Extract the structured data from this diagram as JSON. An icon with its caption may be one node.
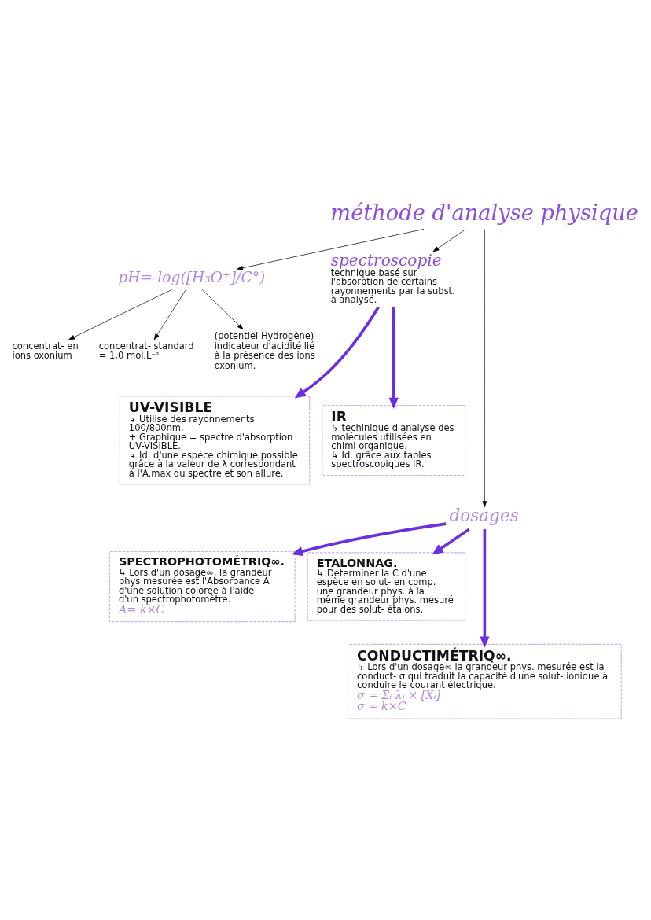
{
  "diagram": {
    "nodes": [
      {
        "text": [
          "méthode d'analyse physique"
        ]
      },
      {
        "text": [
          "pH=-log([H₃O⁺]/C°)"
        ]
      },
      {
        "text": [
          "concentrat- en ions oxonium"
        ]
      },
      {
        "text": [
          "concentrat- standard = 1,0 mol.L⁻¹"
        ]
      },
      {
        "text": [
          "(potentiel Hydrogène) indicateur d'acidité lié à la présence des ions oxonium."
        ]
      },
      {
        "text": [
          "spectroscopie",
          "technique basé sur l'absorption de certains rayonnements par la subst. à analysé."
        ]
      },
      {
        "text": [
          "UV-VISIBLE",
          "↳ Utilise des rayonnements 100/800nm.",
          "+ Graphique = spectre d'absorption UV-VISIBLE.",
          "↳ Id. d'une espèce chimique possible grâce à la valeur de λ correspondant à l'A.max du spectre et son allure."
        ]
      },
      {
        "text": [
          "IR",
          "↳ techinique d'analyse des molécules utilisées en chimi organique.",
          "↳ Id. grâce aux tables spectroscopiques IR."
        ]
      },
      {
        "text": [
          "dosages"
        ]
      },
      {
        "text": [
          "SPECTROPHOTOMÉTRIQ∞.",
          "↳ Lors d'un dosage∞, la grandeur phys mesurée est l'Absorbance A d'une solution colorée à l'aide d'un spectrophotomètre.",
          "A= k×C"
        ]
      },
      {
        "text": [
          "ETALONNAG.",
          "↳ Déterminer la C d'une espèce en solut- en comp. une grandeur phys. à la même grandeur phys. mesuré pour des solut- étalons."
        ]
      },
      {
        "text": [
          "CONDUCTIMÉTRIQ∞.",
          "↳ Lors d'un dosage∞ la grandeur phys. mesurée est la conduct- σ qui traduit la capacité d'une solut- ionique à conduire le courant électrique.",
          "σ = Σᵢ λᵢ × [Xᵢ]",
          "σ = k×C"
        ]
      }
    ],
    "edges": [
      {
        "from": 0,
        "to": 1,
        "arrow": "to"
      },
      {
        "from": 0,
        "to": 5,
        "arrow": "to"
      },
      {
        "from": 0,
        "to": 8,
        "arrow": "to"
      },
      {
        "from": 1,
        "to": 2,
        "arrow": "to"
      },
      {
        "from": 1,
        "to": 3,
        "arrow": "to"
      },
      {
        "from": 1,
        "to": 4,
        "arrow": "to"
      },
      {
        "from": 5,
        "to": 6,
        "arrow": "to",
        "style": "thick",
        "color": "#6a2fe0"
      },
      {
        "from": 5,
        "to": 7,
        "arrow": "to",
        "style": "thick",
        "color": "#6a2fe0"
      },
      {
        "from": 8,
        "to": 9,
        "arrow": "to",
        "style": "thick",
        "color": "#6a2fe0"
      },
      {
        "from": 8,
        "to": 10,
        "arrow": "to",
        "style": "thick",
        "color": "#6a2fe0"
      },
      {
        "from": 8,
        "to": 11,
        "arrow": "to",
        "style": "thick",
        "color": "#6a2fe0"
      }
    ]
  }
}
